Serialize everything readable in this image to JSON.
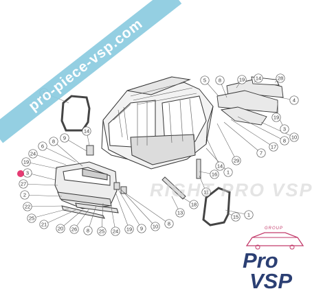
{
  "banner": {
    "text": "pro-piece-vsp.com"
  },
  "watermark": {
    "text": "RIGHT PRO VSP"
  },
  "logo": {
    "tag": "GROUP",
    "line1": "Pro",
    "line2": "VSP"
  },
  "colors": {
    "line": "#555555",
    "banner": "#8ccbe0",
    "brand": "#2b3f73",
    "accent": "#c23a6a",
    "highlight": "#e0195a"
  },
  "callouts": [
    "1",
    "19",
    "24",
    "6",
    "8",
    "9",
    "14",
    "3",
    "27",
    "2",
    "22",
    "25",
    "21",
    "20",
    "26",
    "8",
    "25",
    "24",
    "19",
    "9",
    "10",
    "8",
    "13",
    "18",
    "11",
    "16",
    "15",
    "1",
    "14",
    "29",
    "7",
    "17",
    "8",
    "10",
    "3",
    "19",
    "4",
    "14",
    "19",
    "5",
    "8",
    "28",
    "1"
  ]
}
